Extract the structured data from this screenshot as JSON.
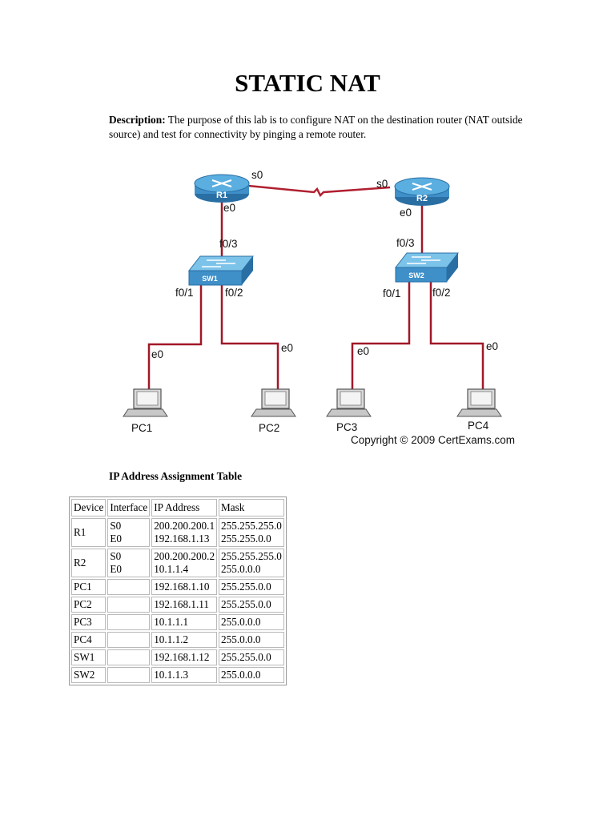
{
  "document": {
    "title": "STATIC NAT",
    "description_label": "Description:",
    "description_text": " The purpose of this lab is to configure NAT on the destination router (NAT outside source) and test for connectivity by pinging a remote router."
  },
  "diagram": {
    "devices": {
      "r1": "R1",
      "r2": "R2",
      "sw1": "SW1",
      "sw2": "SW2"
    },
    "interface_labels": {
      "r1_s0": "s0",
      "r1_e0": "e0",
      "r2_s0": "s0",
      "r2_e0": "e0",
      "sw1_f03": "f0/3",
      "sw1_f01": "f0/1",
      "sw1_f02": "f0/2",
      "sw2_f03": "f0/3",
      "sw2_f01": "f0/1",
      "sw2_f02": "f0/2",
      "pc1_e0": "e0",
      "pc2_e0": "e0",
      "pc3_e0": "e0",
      "pc4_e0": "e0"
    },
    "pcs": {
      "pc1": "PC1",
      "pc2": "PC2",
      "pc3": "PC3",
      "pc4": "PC4"
    },
    "copyright": "Copyright © 2009 CertExams.com",
    "colors": {
      "router": "#3f8fc9",
      "switch": "#4fa3d8",
      "link": "#b02030"
    }
  },
  "table": {
    "heading": "IP Address Assignment Table",
    "columns": [
      "Device",
      "Interface",
      "IP Address",
      "Mask"
    ],
    "rows": [
      {
        "device": "R1",
        "interfaces": [
          "S0",
          "E0"
        ],
        "ips": [
          "200.200.200.1",
          "192.168.1.13"
        ],
        "masks": [
          "255.255.255.0",
          "255.255.0.0"
        ]
      },
      {
        "device": "R2",
        "interfaces": [
          "S0",
          "E0"
        ],
        "ips": [
          "200.200.200.2",
          "10.1.1.4"
        ],
        "masks": [
          "255.255.255.0",
          "255.0.0.0"
        ]
      },
      {
        "device": "PC1",
        "interfaces": [],
        "ips": [
          "192.168.1.10"
        ],
        "masks": [
          "255.255.0.0"
        ]
      },
      {
        "device": "PC2",
        "interfaces": [],
        "ips": [
          "192.168.1.11"
        ],
        "masks": [
          "255.255.0.0"
        ]
      },
      {
        "device": "PC3",
        "interfaces": [],
        "ips": [
          "10.1.1.1"
        ],
        "masks": [
          "255.0.0.0"
        ]
      },
      {
        "device": "PC4",
        "interfaces": [],
        "ips": [
          "10.1.1.2"
        ],
        "masks": [
          "255.0.0.0"
        ]
      },
      {
        "device": "SW1",
        "interfaces": [],
        "ips": [
          "192.168.1.12"
        ],
        "masks": [
          "255.255.0.0"
        ]
      },
      {
        "device": "SW2",
        "interfaces": [],
        "ips": [
          "10.1.1.3"
        ],
        "masks": [
          "255.0.0.0"
        ]
      }
    ]
  }
}
